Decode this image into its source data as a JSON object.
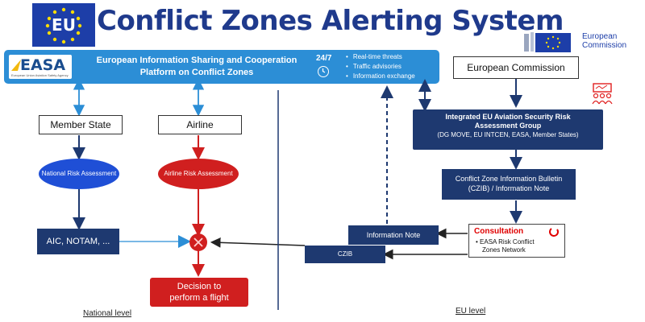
{
  "header": {
    "title": "Conflict Zones Alerting System",
    "eu_flag_text": "EU",
    "ec_logo_line1": "European",
    "ec_logo_line2": "Commission"
  },
  "banner": {
    "logo_text": "EASA",
    "logo_subtext": "European Union Aviation Safety Agency",
    "title_line1": "European Information Sharing and Cooperation",
    "title_line2": "Platform on Conflict Zones",
    "badge": "24/7",
    "bullets": [
      "Real-time threats",
      "Traffic advisories",
      "Information exchange"
    ]
  },
  "national": {
    "member_state": "Member State",
    "airline": "Airline",
    "national_risk": "National Risk Assessment",
    "airline_risk": "Airline Risk Assessment",
    "aic": "AIC, NOTAM, ...",
    "decision_line1": "Decision to",
    "decision_line2": "perform a flight",
    "section_label": "National level"
  },
  "eu": {
    "commission": "European Commission",
    "group_line1": "Integrated EU Aviation Security Risk",
    "group_line2": "Assessment Group",
    "group_line3": "(DG MOVE, EU INTCEN, EASA, Member States)",
    "czib_line1": "Conflict Zone Information Bulletin",
    "czib_line2": "(CZIB) / Information Note",
    "info_note": "Information Note",
    "czib": "CZIB",
    "consult_title": "Consultation",
    "consult_line1": "EASA Risk Conflict",
    "consult_line2": "Zones Network",
    "section_label": "EU level"
  },
  "colors": {
    "navy": "#1e3970",
    "blue": "#2c8ed6",
    "ellipse_blue": "#1f4fd6",
    "red": "#d01f1f",
    "title": "#1f3a8c"
  }
}
